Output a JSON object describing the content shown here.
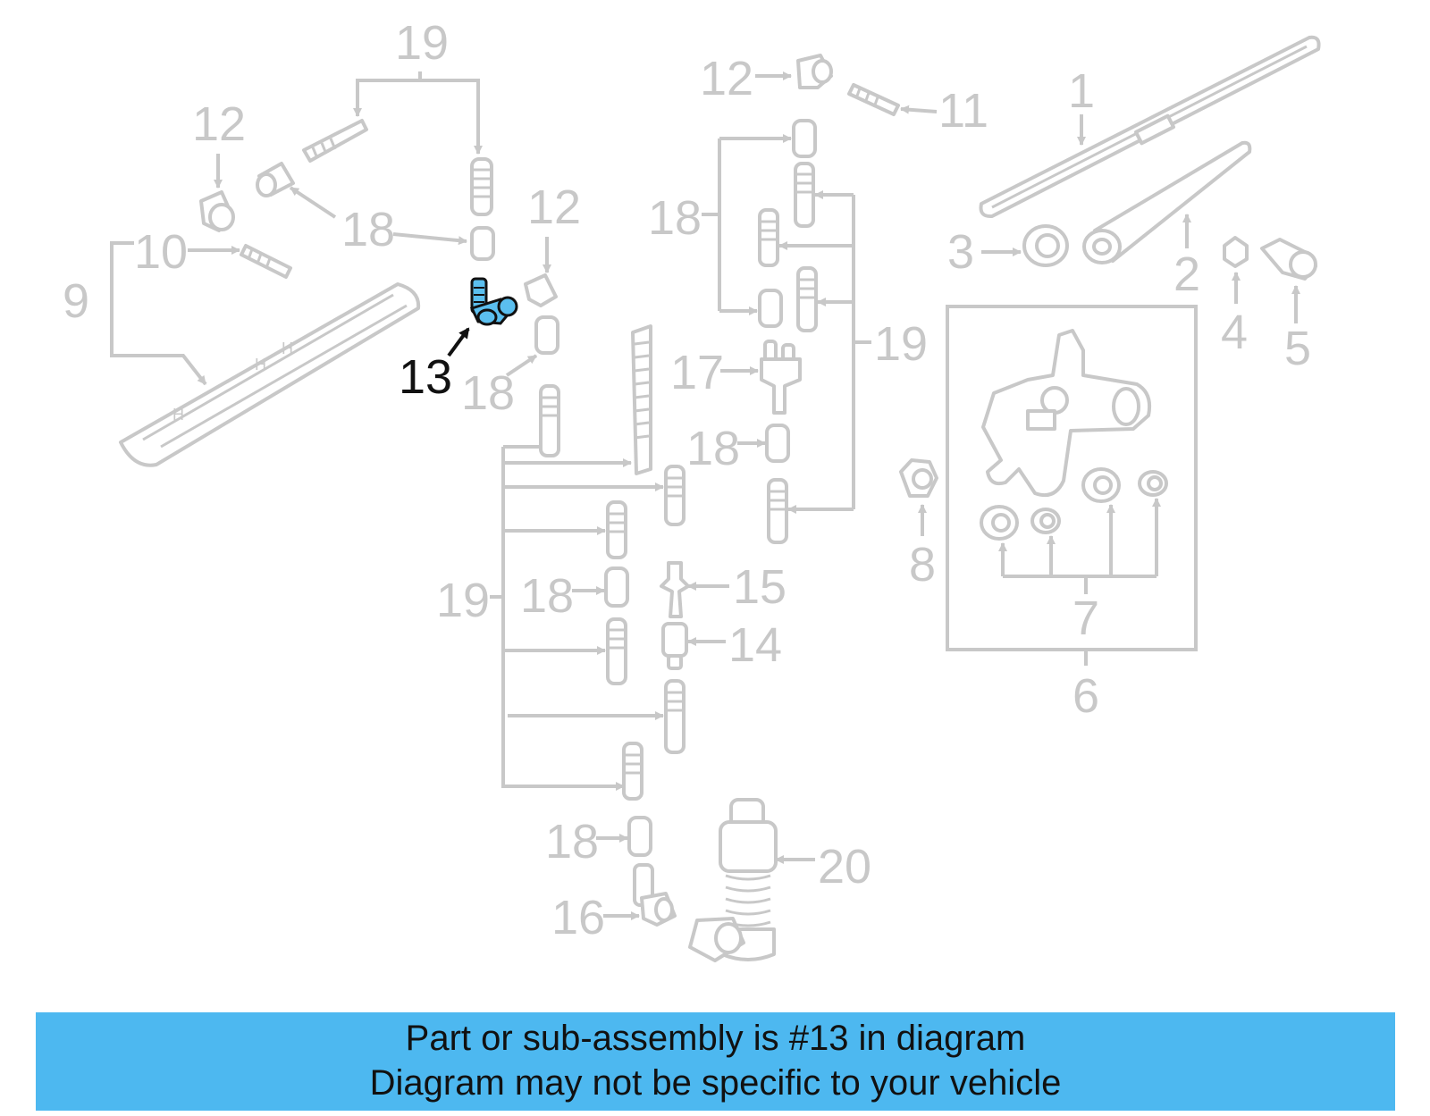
{
  "callouts": {
    "c1": "1",
    "c2": "2",
    "c3": "3",
    "c4": "4",
    "c5": "5",
    "c6": "6",
    "c7": "7",
    "c8": "8",
    "c9": "9",
    "c10": "10",
    "c11": "11",
    "c12a": "12",
    "c12b": "12",
    "c12c": "12",
    "c13": "13",
    "c14": "14",
    "c15": "15",
    "c16": "16",
    "c17": "17",
    "c18a": "18",
    "c18b": "18",
    "c18c": "18",
    "c18d": "18",
    "c18e": "18",
    "c18f": "18",
    "c19a": "19",
    "c19b": "19",
    "c19c": "19",
    "c20": "20"
  },
  "highlight": {
    "part_number": "13",
    "color": "#5bbfef"
  },
  "banner": {
    "background": "#4db8f0",
    "line1": "Part or sub-assembly is #13 in diagram",
    "line2": "Diagram may not be specific to your vehicle"
  }
}
